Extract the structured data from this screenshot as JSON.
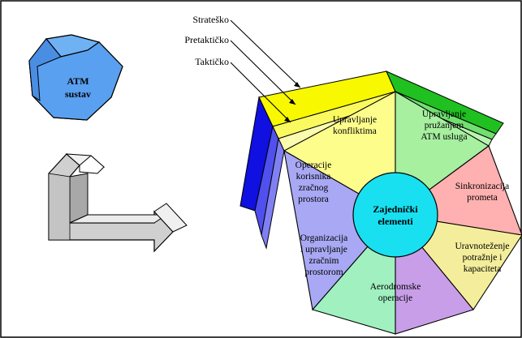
{
  "atm_system": {
    "line1": "ATM",
    "line2": "sustav"
  },
  "layers": {
    "strategic": "Strateško",
    "pretactical": "Pretaktičko",
    "tactical": "Taktičko"
  },
  "center": {
    "line1": "Zajednički",
    "line2": "elementi"
  },
  "segments": [
    {
      "id": "conflict",
      "lines": [
        "Upravljanje",
        "konfliktima"
      ],
      "color": "#fdfd8c"
    },
    {
      "id": "service",
      "lines": [
        "Upravljanje",
        "pružanjem",
        "ATM usluga"
      ],
      "color": "#a6f0a0"
    },
    {
      "id": "sync",
      "lines": [
        "Sinkronizacija",
        "prometa"
      ],
      "color": "#ffb0b0"
    },
    {
      "id": "balance",
      "lines": [
        "Uravnoteženje",
        "potražnje i",
        "kapaciteta"
      ],
      "color": "#f4ee9c"
    },
    {
      "id": "aerodrome",
      "lines": [
        "Aerodromske",
        "operacije"
      ],
      "color": "#c89ee8"
    },
    {
      "id": "airspace",
      "lines": [
        "Organizacija",
        "i upravljanje",
        "zračnim",
        "prostorom"
      ],
      "color": "#a0f0c0"
    },
    {
      "id": "users",
      "lines": [
        "Operacije",
        "korisnika",
        "zračnog",
        "prostora"
      ],
      "color": "#a8a8f4"
    }
  ],
  "colors": {
    "heptagon_blue": "#5aa0f0",
    "center_cyan": "#18e0f0",
    "layer_yellow": "#f8f800",
    "layer_green": "#20c020",
    "layer_blue": "#1010e0",
    "arrow_gray": "#b8b8b8"
  }
}
